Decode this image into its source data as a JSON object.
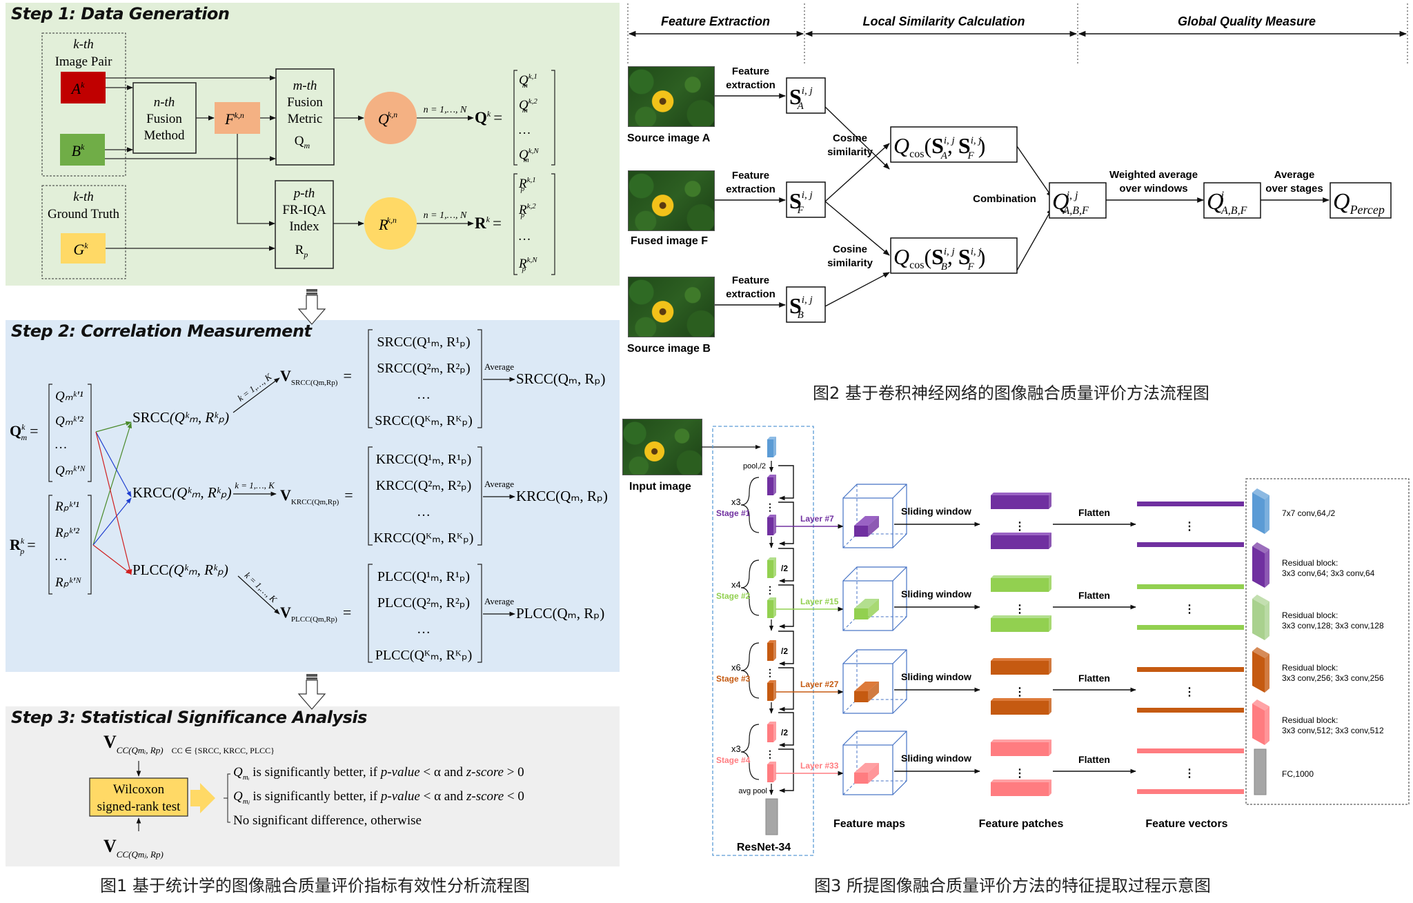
{
  "fig1": {
    "step1": {
      "title": "Step 1: Data Generation",
      "bg": "#e2efd9",
      "image_pair_label": [
        "k-th",
        "Image Pair"
      ],
      "ground_truth_label": [
        "k-th",
        "Ground Truth"
      ],
      "A": "A",
      "B": "B",
      "G": "G",
      "sup_k": "k",
      "fusion_method": [
        "n-th",
        "Fusion",
        "Method"
      ],
      "F": "F",
      "F_sup": "k,n",
      "fusion_metric": [
        "m-th",
        "Fusion",
        "Metric",
        "Q"
      ],
      "metric_sub": "m",
      "fr_iqa": [
        "p-th",
        "FR-IQA",
        "Index",
        "R"
      ],
      "iqa_sub": "p",
      "Q_circle": "Q",
      "R_circle": "R",
      "loop_label": "n = 1,…, N",
      "Q_vec": "Q",
      "R_vec": "R",
      "equals": "=",
      "Q_entries": [
        "k,1",
        "k,2",
        "…",
        "k,N"
      ],
      "R_entries": [
        "k,1",
        "k,2",
        "…",
        "k,N"
      ],
      "colors": {
        "A": "#c00000",
        "B": "#70ad47",
        "F": "#f4b183",
        "G": "#ffd966",
        "Qc": "#f4b183",
        "Rc": "#ffd966"
      }
    },
    "step2": {
      "title": "Step 2: Correlation Measurement",
      "bg": "#dce9f6",
      "rows": [
        {
          "name": "SRCC",
          "loop": "k = 1,…, K",
          "arrow_color": "#4a8a2a",
          "vec": [
            "SRCC(Q¹ₘ, R¹ₚ)",
            "SRCC(Q²ₘ, R²ₚ)",
            "…",
            "SRCC(Qᴷₘ, Rᴷₚ)"
          ],
          "avg_label": "Average",
          "result": "SRCC(Qₘ, Rₚ)"
        },
        {
          "name": "KRCC",
          "loop": "k = 1,…, K",
          "arrow_color": "#1f3fd0",
          "vec": [
            "KRCC(Q¹ₘ, R¹ₚ)",
            "KRCC(Q²ₘ, R²ₚ)",
            "…",
            "KRCC(Qᴷₘ, Rᴷₚ)"
          ],
          "avg_label": "Average",
          "result": "KRCC(Qₘ, Rₚ)"
        },
        {
          "name": "PLCC",
          "loop": "k = 1,…, K",
          "arrow_color": "#d01f1f",
          "vec": [
            "PLCC(Q¹ₘ, R¹ₚ)",
            "PLCC(Q²ₘ, R²ₚ)",
            "…",
            "PLCC(Qᴷₘ, Rᴷₚ)"
          ],
          "avg_label": "Average",
          "result": "PLCC(Qₘ, Rₚ)"
        }
      ],
      "corr_pair": "(Qᵏₘ, Rᵏₚ)",
      "Q_vec_entries": [
        "Qₘᵏ'¹",
        "Qₘᵏ'²",
        "…",
        "Qₘᵏ'ᴺ"
      ],
      "R_vec_entries": [
        "Rₚᵏ'¹",
        "Rₚᵏ'²",
        "…",
        "Rₚᵏ'ᴺ"
      ]
    },
    "step3": {
      "title": "Step 3: Statistical Significance Analysis",
      "bg": "#efefef",
      "v_top": "V",
      "v_top_sub": "CC(Qmᵢ, Rp)",
      "cc_set": "CC ∈ {SRCC, KRCC, PLCC}",
      "v_bottom": "V",
      "v_bottom_sub": "CC(Qmⱼ, Rp)",
      "test_box": [
        "Wilcoxon",
        "signed-rank test"
      ],
      "test_color": "#ffd966",
      "outcomes": [
        {
          "q": "Q",
          "sub": "mᵢ",
          "text": " is significantly better, if ",
          "p": "p-value",
          "mid": " < α and ",
          "z": "z-score",
          "cond": " > 0"
        },
        {
          "q": "Q",
          "sub": "mⱼ",
          "text": " is significantly better, if ",
          "p": "p-value",
          "mid": " < α and ",
          "z": "z-score",
          "cond": " < 0"
        },
        {
          "plain": "No significant difference, otherwise"
        }
      ]
    },
    "caption": "图1 基于统计学的图像融合质量评价指标有效性分析流程图"
  },
  "fig2": {
    "headers": [
      "Feature Extraction",
      "Local Similarity Calculation",
      "Global Quality Measure"
    ],
    "images": [
      "Source image A",
      "Fused image F",
      "Source image B"
    ],
    "feature_extraction": [
      "Feature",
      "extraction"
    ],
    "cosine": [
      "Cosine",
      "similarity"
    ],
    "S": "S",
    "S_sup": "i, j",
    "S_subs": [
      "A",
      "F",
      "B"
    ],
    "qcos": "Q",
    "qcos_sub": "cos",
    "qcos_pairs": [
      [
        "A",
        "F"
      ],
      [
        "B",
        "F"
      ]
    ],
    "combination": "Combination",
    "q_abf": "Q",
    "q_abf_sub": "A,B,F",
    "q_abf_sup_ij": "i, j",
    "q_abf_sup_i": "i",
    "weighted_avg": [
      "Weighted average",
      "over windows"
    ],
    "avg_stages": [
      "Average",
      "over stages"
    ],
    "q_percep": "Q",
    "q_percep_sub": "Percep",
    "caption": "图2 基于卷积神经网络的图像融合质量评价方法流程图"
  },
  "fig3": {
    "input_image": "Input image",
    "pool": "pool,/2",
    "avg_pool": "avg pool",
    "network": "ResNet-34",
    "half": "/2",
    "stages": [
      {
        "name": "Stage #1",
        "repeat": "x3",
        "layer": "Layer #7",
        "color": "#7030a0",
        "light": "#9a63c4"
      },
      {
        "name": "Stage #2",
        "repeat": "x4",
        "layer": "Layer #15",
        "color": "#92d050",
        "light": "#b3df8f"
      },
      {
        "name": "Stage #3",
        "repeat": "x6",
        "layer": "Layer #27",
        "color": "#c55a11",
        "light": "#dd7a3a"
      },
      {
        "name": "Stage #4",
        "repeat": "x3",
        "layer": "Layer #33",
        "color": "#ff7c80",
        "light": "#ffa0a3"
      }
    ],
    "sliding_window": "Sliding window",
    "flatten": "Flatten",
    "column_labels": [
      "Feature maps",
      "Feature patches",
      "Feature vectors"
    ],
    "legend": [
      {
        "color": "#5b9bd5",
        "lines": [
          "7x7 conv,64,/2"
        ]
      },
      {
        "color": "#7030a0",
        "lines": [
          "Residual block:",
          "3x3 conv,64; 3x3 conv,64"
        ]
      },
      {
        "color": "#a9d18e",
        "lines": [
          "Residual block:",
          "3x3 conv,128; 3x3 conv,128"
        ]
      },
      {
        "color": "#c55a11",
        "lines": [
          "Residual block:",
          "3x3 conv,256; 3x3 conv,256"
        ]
      },
      {
        "color": "#ff7c80",
        "lines": [
          "Residual block:",
          "3x3 conv,512; 3x3 conv,512"
        ]
      },
      {
        "color": "#a6a6a6",
        "lines": [
          "FC,1000"
        ]
      }
    ],
    "caption": "图3 所提图像融合质量评价方法的特征提取过程示意图"
  }
}
